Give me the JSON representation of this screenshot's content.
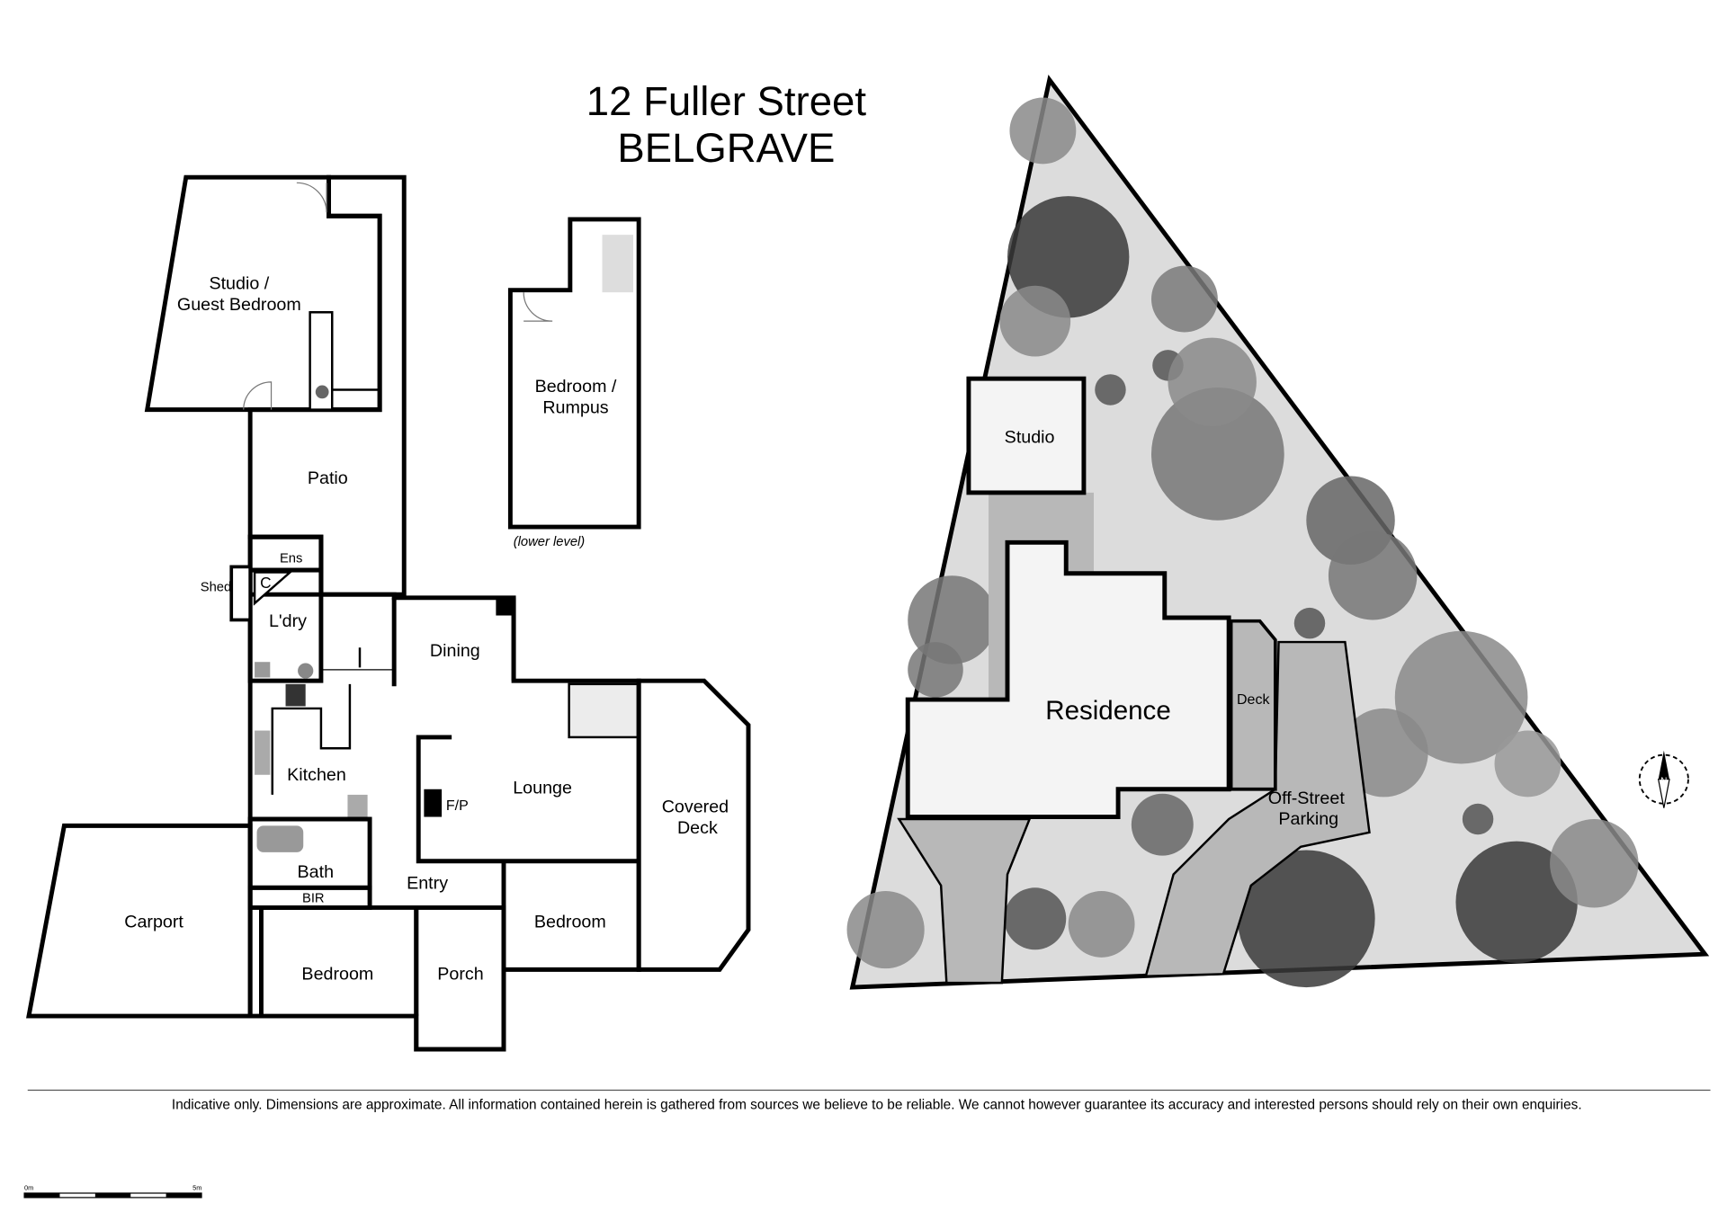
{
  "title": {
    "line1": "12 Fuller Street",
    "line2": "BELGRAVE"
  },
  "floor_plan": {
    "rooms": {
      "studio_l1": "Studio /",
      "studio_l2": "Guest Bedroom",
      "rumpus_l1": "Bedroom /",
      "rumpus_l2": "Rumpus",
      "lower_level": "(lower level)",
      "patio": "Patio",
      "ens": "Ens",
      "shed": "Shed",
      "cupboard": "C",
      "laundry": "L'dry",
      "dining": "Dining",
      "kitchen": "Kitchen",
      "lounge": "Lounge",
      "fireplace": "F/P",
      "covered_l1": "Covered",
      "covered_l2": "Deck",
      "bath": "Bath",
      "bir": "BIR",
      "entry": "Entry",
      "carport": "Carport",
      "bedroom1": "Bedroom",
      "bedroom2": "Bedroom",
      "porch": "Porch"
    }
  },
  "site_plan": {
    "studio": "Studio",
    "residence": "Residence",
    "deck": "Deck",
    "parking_l1": "Off-Street",
    "parking_l2": "Parking",
    "north_icon": "compass-north-icon"
  },
  "disclaimer": "Indicative only. Dimensions are approximate. All information contained herein is gathered from sources we believe to be reliable. We cannot however guarantee its accuracy and interested persons should rely on their own enquiries.",
  "scale_bar": {
    "start": "0m",
    "end": "5m"
  },
  "colors": {
    "light_floor": "#f2f2f2",
    "grey_outdoor": "#b3b3b3",
    "site_ground": "#dcdcdc",
    "wall": "#000000"
  }
}
